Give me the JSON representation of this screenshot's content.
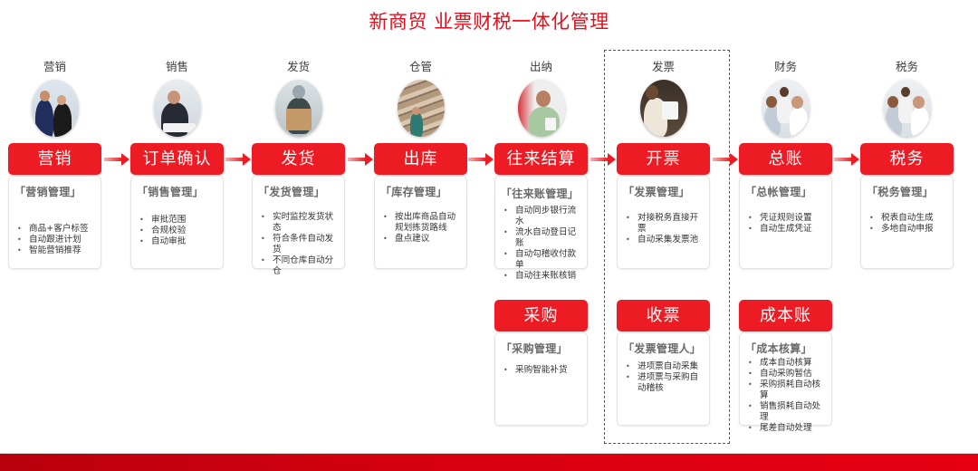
{
  "title": "新商贸 业票财税一体化管理",
  "colors": {
    "accent": "#ed1c24",
    "title": "#e0101e",
    "footer_left": "#b8000c",
    "footer_right": "#e60012",
    "dashed_border": "#555555"
  },
  "roles": [
    {
      "label": "营销",
      "photo": "business-handshake-photo"
    },
    {
      "label": "销售",
      "photo": "salesman-signing-photo"
    },
    {
      "label": "发货",
      "photo": "courier-carrying-box-photo"
    },
    {
      "label": "仓管",
      "photo": "warehouse-shelves-photo"
    },
    {
      "label": "出纳",
      "photo": "cashier-with-tablet-photo"
    },
    {
      "label": "发票",
      "photo": "invoice-signing-photo"
    },
    {
      "label": "财务",
      "photo": "finance-team-photo"
    },
    {
      "label": "税务",
      "photo": "tax-team-photo"
    }
  ],
  "top_cards": [
    {
      "title": "营销",
      "subtitle": "「营销管理」",
      "items": [
        "商品+客户标签",
        "自动跟进计划",
        "智能营销推荐"
      ]
    },
    {
      "title": "订单确认",
      "subtitle": "「销售管理」",
      "items": [
        "审批范围",
        "合规校验",
        "自动审批"
      ]
    },
    {
      "title": "发货",
      "subtitle": "「发货管理」",
      "items": [
        "实时监控发货状态",
        "符合条件自动发货",
        "不同仓库自动分仓"
      ]
    },
    {
      "title": "出库",
      "subtitle": "「库存管理」",
      "items": [
        "按出库商品自动规划拣货路线",
        "盘点建议"
      ]
    },
    {
      "title": "往来结算",
      "subtitle": "「往来账管理」",
      "items": [
        "自动同步银行流水",
        "流水自动登日记账",
        "自动勾稽收付款单",
        "自动往来账核销"
      ]
    },
    {
      "title": "开票",
      "subtitle": "「发票管理」",
      "items": [
        "对接税务直接开票",
        "自动采集发票池"
      ]
    },
    {
      "title": "总账",
      "subtitle": "「总帐管理」",
      "items": [
        "凭证规则设置",
        "自动生成凭证"
      ]
    },
    {
      "title": "税务",
      "subtitle": "「税务管理」",
      "items": [
        "税表自动生成",
        "多地自动申报"
      ]
    }
  ],
  "bottom_cards": [
    {
      "title": "采购",
      "subtitle": "「采购管理」",
      "items": [
        "采购智能补货"
      ]
    },
    {
      "title": "收票",
      "subtitle": "「发票管理人」",
      "items": [
        "进项票自动采集",
        "进项票与采购自动稽核"
      ]
    },
    {
      "title": "成本账",
      "subtitle": "「成本核算」",
      "items": [
        "成本自动核算",
        "自动采购暂估",
        "采购损耗自动核算",
        "销售损耗自动处理",
        "尾差自动处理"
      ]
    }
  ],
  "arrows": 7
}
